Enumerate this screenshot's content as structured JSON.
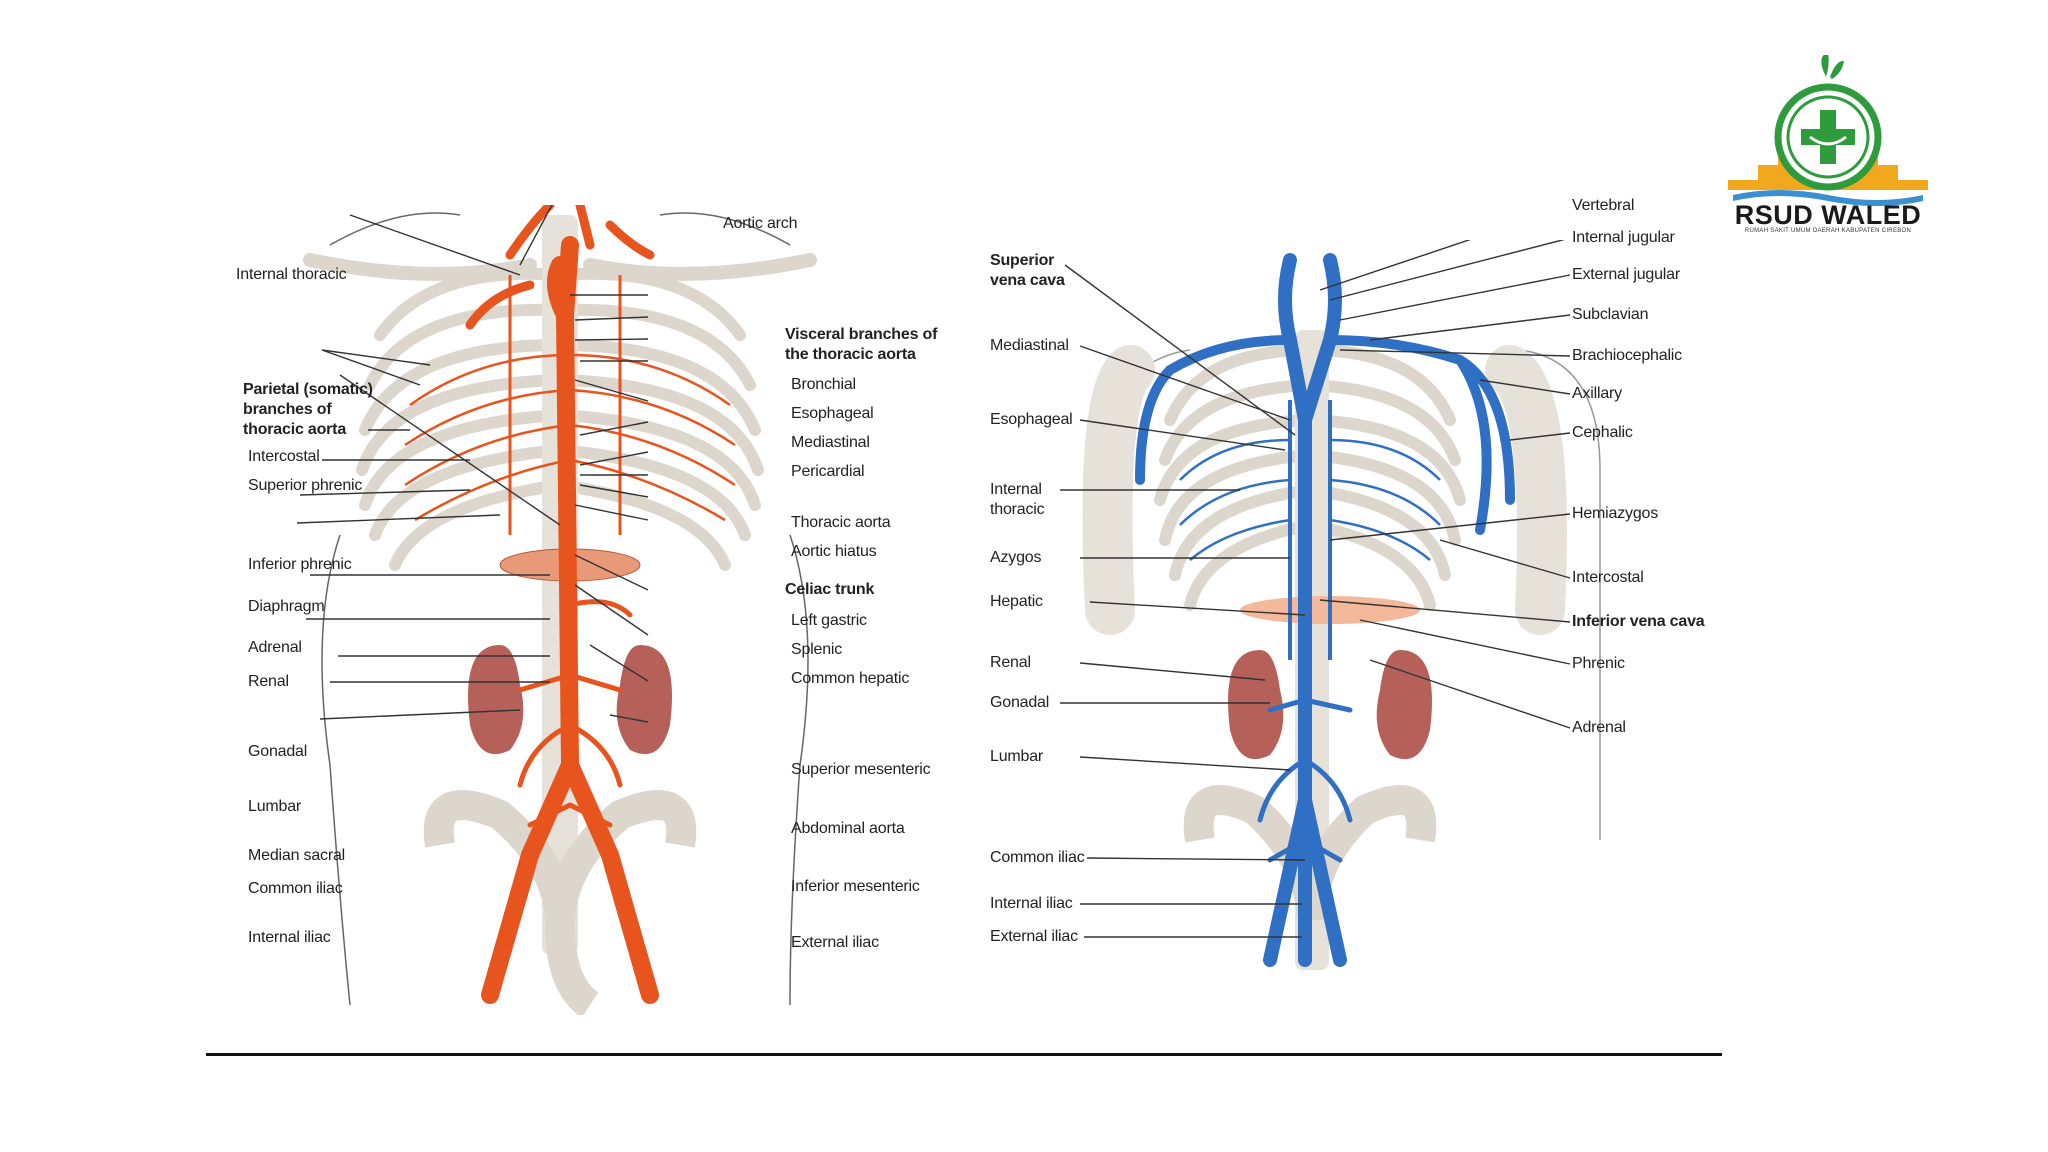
{
  "logo": {
    "name": "RSUD WALED",
    "subtitle": "RUMAH SAKIT UMUM DAERAH KABUPATEN CIREBON"
  },
  "arterial": {
    "labels": {
      "internal_thoracic": "Internal thoracic",
      "aortic_arch": "Aortic arch",
      "visceral_heading": "Visceral branches of the thoracic aorta",
      "parietal_heading": "Parietal (somatic) branches of thoracic aorta",
      "intercostal": "Intercostal",
      "superior_phrenic": "Superior phrenic",
      "inferior_phrenic": "Inferior phrenic",
      "diaphragm": "Diaphragm",
      "adrenal": "Adrenal",
      "renal": "Renal",
      "gonadal": "Gonadal",
      "lumbar": "Lumbar",
      "median_sacral": "Median sacral",
      "common_iliac": "Common iliac",
      "internal_iliac": "Internal iliac",
      "bronchial": "Bronchial",
      "esophageal": "Esophageal",
      "mediastinal": "Mediastinal",
      "pericardial": "Pericardial",
      "thoracic_aorta": "Thoracic aorta",
      "aortic_hiatus": "Aortic hiatus",
      "celiac_trunk": "Celiac trunk",
      "left_gastric": "Left gastric",
      "splenic": "Splenic",
      "common_hepatic": "Common hepatic",
      "superior_mesenteric": "Superior mesenteric",
      "abdominal_aorta": "Abdominal aorta",
      "inferior_mesenteric": "Inferior mesenteric",
      "external_iliac": "External iliac"
    }
  },
  "venous": {
    "labels": {
      "superior_vena_cava": "Superior vena cava",
      "mediastinal": "Mediastinal",
      "esophageal": "Esophageal",
      "internal_thoracic": "Internal thoracic",
      "azygos": "Azygos",
      "hepatic": "Hepatic",
      "renal": "Renal",
      "gonadal": "Gonadal",
      "lumbar": "Lumbar",
      "common_iliac": "Common iliac",
      "internal_iliac": "Internal iliac",
      "external_iliac": "External iliac",
      "vertebral": "Vertebral",
      "internal_jugular": "Internal jugular",
      "external_jugular": "External jugular",
      "subclavian": "Subclavian",
      "brachiocephalic": "Brachiocephalic",
      "axillary": "Axillary",
      "cephalic": "Cephalic",
      "hemiazygos": "Hemiazygos",
      "intercostal": "Intercostal",
      "inferior_vena_cava": "Inferior vena cava",
      "phrenic": "Phrenic",
      "adrenal": "Adrenal"
    }
  },
  "colors": {
    "artery": "#e8541e",
    "vein": "#2f6fc4",
    "bone": "#e6e2da",
    "kidney": "#b5615a",
    "logo_gold": "#f2a81d",
    "logo_green": "#2e9b3d"
  }
}
